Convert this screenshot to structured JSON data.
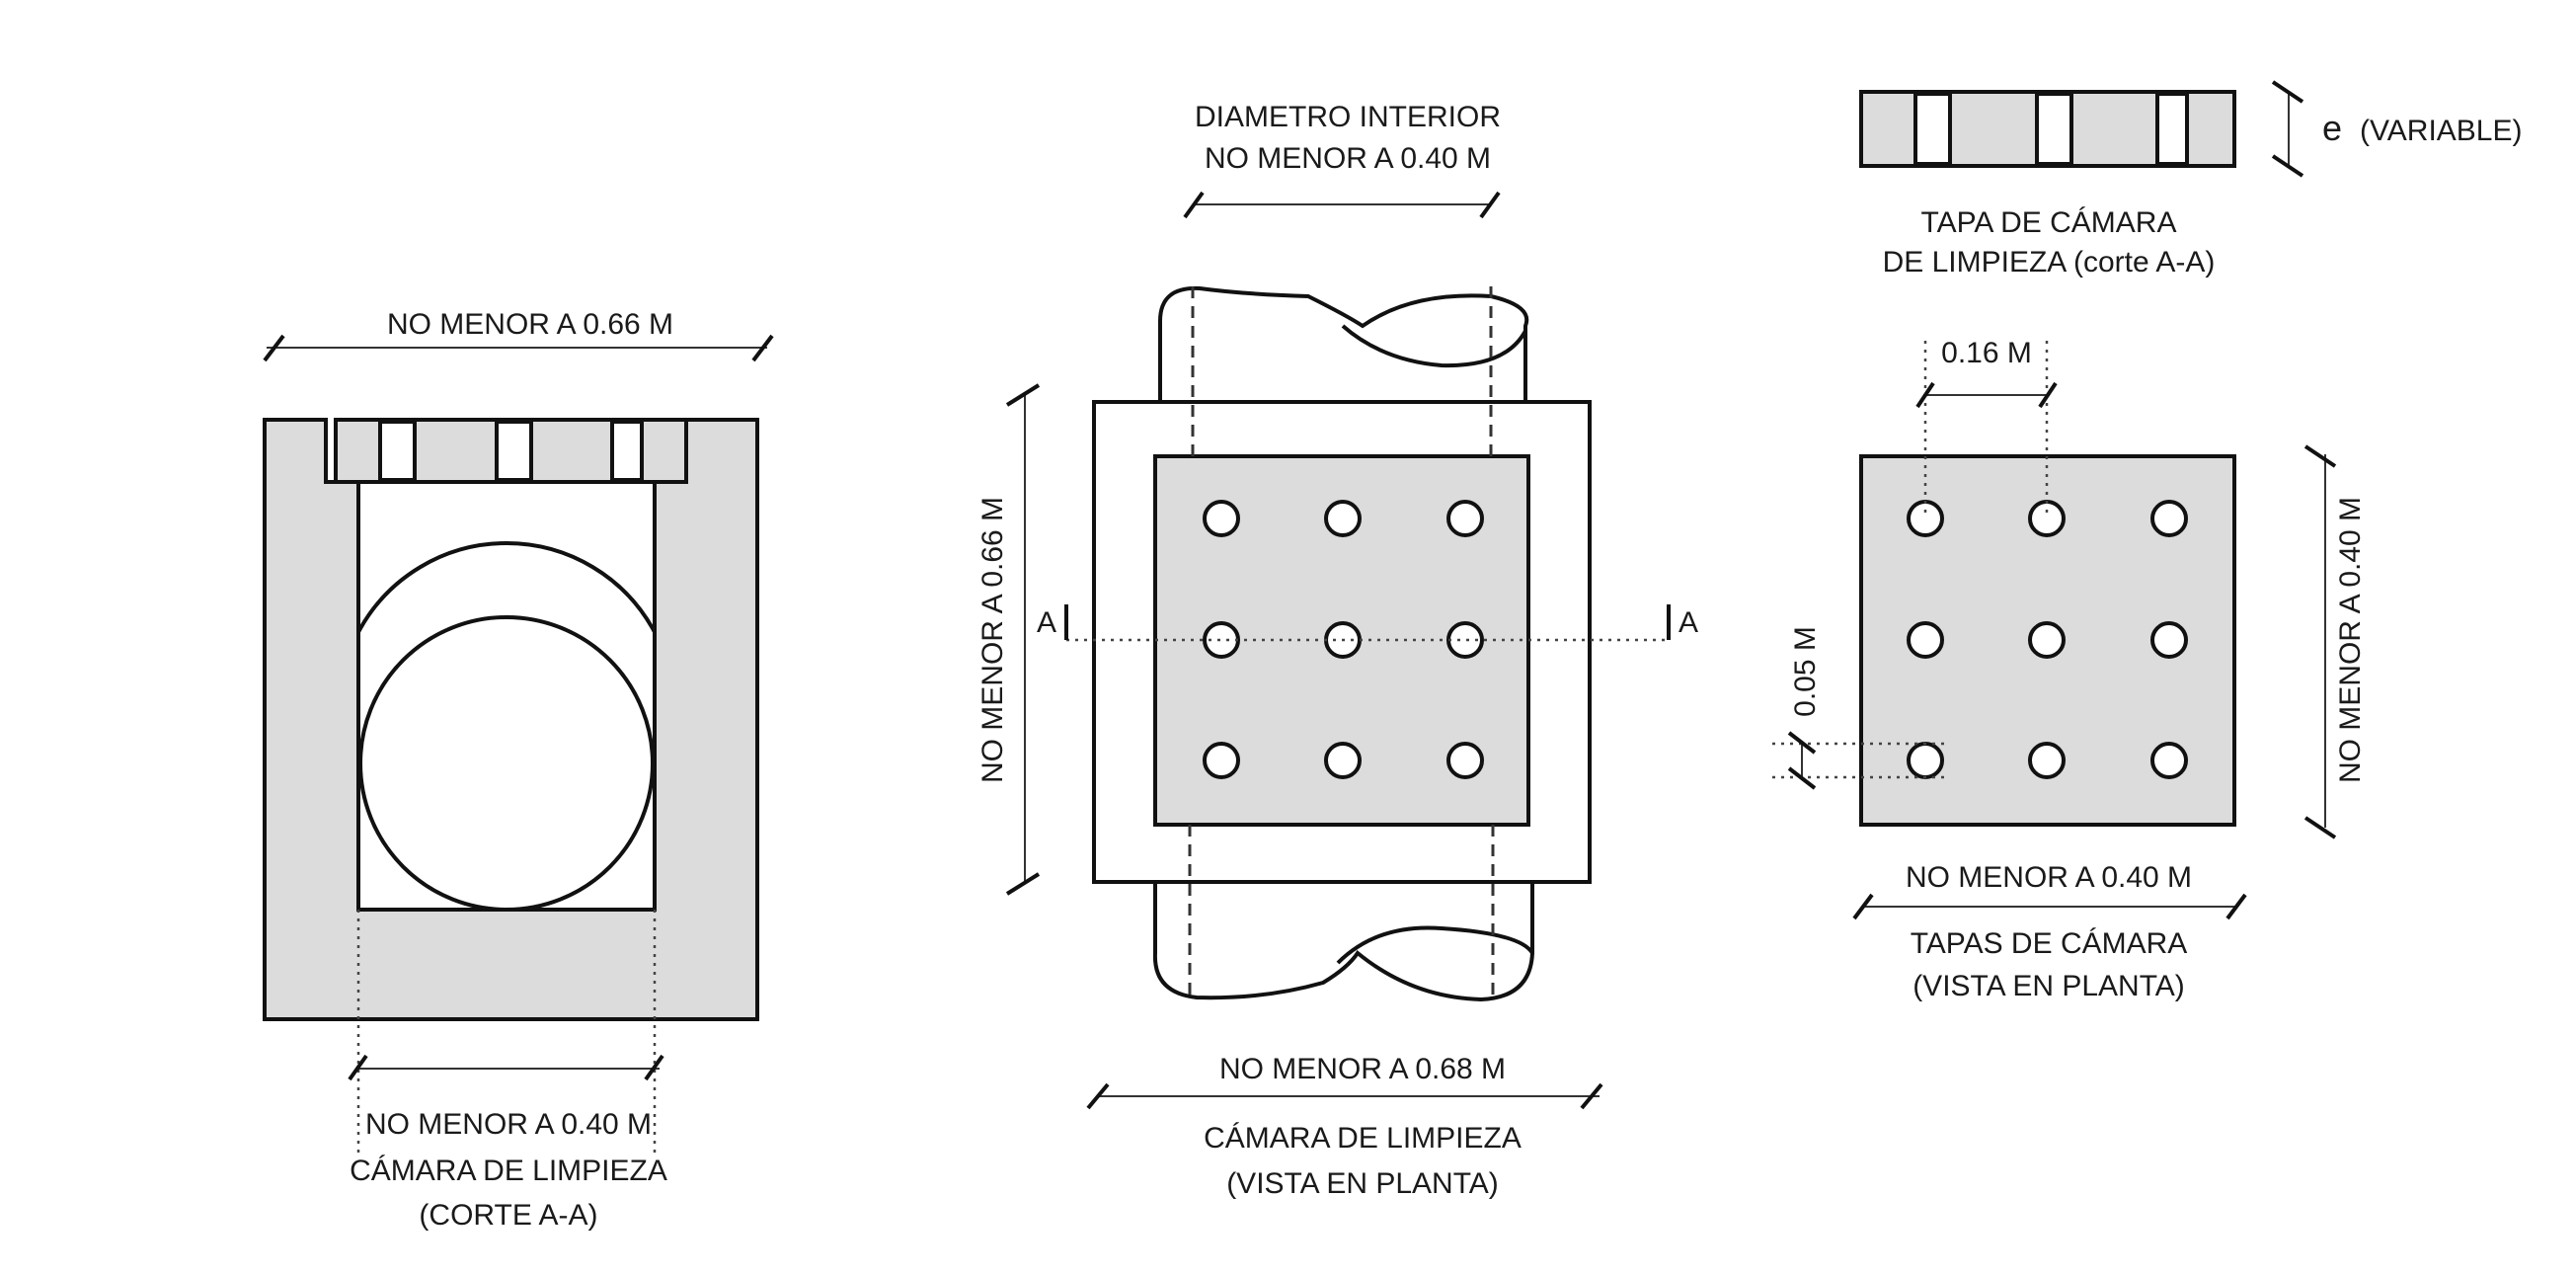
{
  "section_view": {
    "dim_top": "NO MENOR A 0.66 M",
    "dim_bottom": "NO MENOR A 0.40 M",
    "title_line1": "CÁMARA DE LIMPIEZA",
    "title_line2": "(CORTE A-A)"
  },
  "plan_view": {
    "dim_top_line1": "DIAMETRO INTERIOR",
    "dim_top_line2": "NO MENOR A 0.40 M",
    "dim_left": "NO MENOR A 0.66 M",
    "dim_bottom": "NO MENOR A 0.68 M",
    "section_mark_left": "A",
    "section_mark_right": "A",
    "title_line1": "CÁMARA DE LIMPIEZA",
    "title_line2": "(VISTA EN PLANTA)"
  },
  "lid_section": {
    "thickness_symbol": "e",
    "thickness_note": "(VARIABLE)",
    "title_line1": "TAPA DE CÁMARA",
    "title_line2": "DE LIMPIEZA (corte A-A)"
  },
  "lid_plan": {
    "dim_spacing": "0.16 M",
    "dim_edge": "0.05 M",
    "dim_right": "NO MENOR A 0.40 M",
    "dim_bottom": "NO MENOR A 0.40 M",
    "title_line1": "TAPAS DE CÁMARA",
    "title_line2": "(VISTA EN PLANTA)"
  }
}
